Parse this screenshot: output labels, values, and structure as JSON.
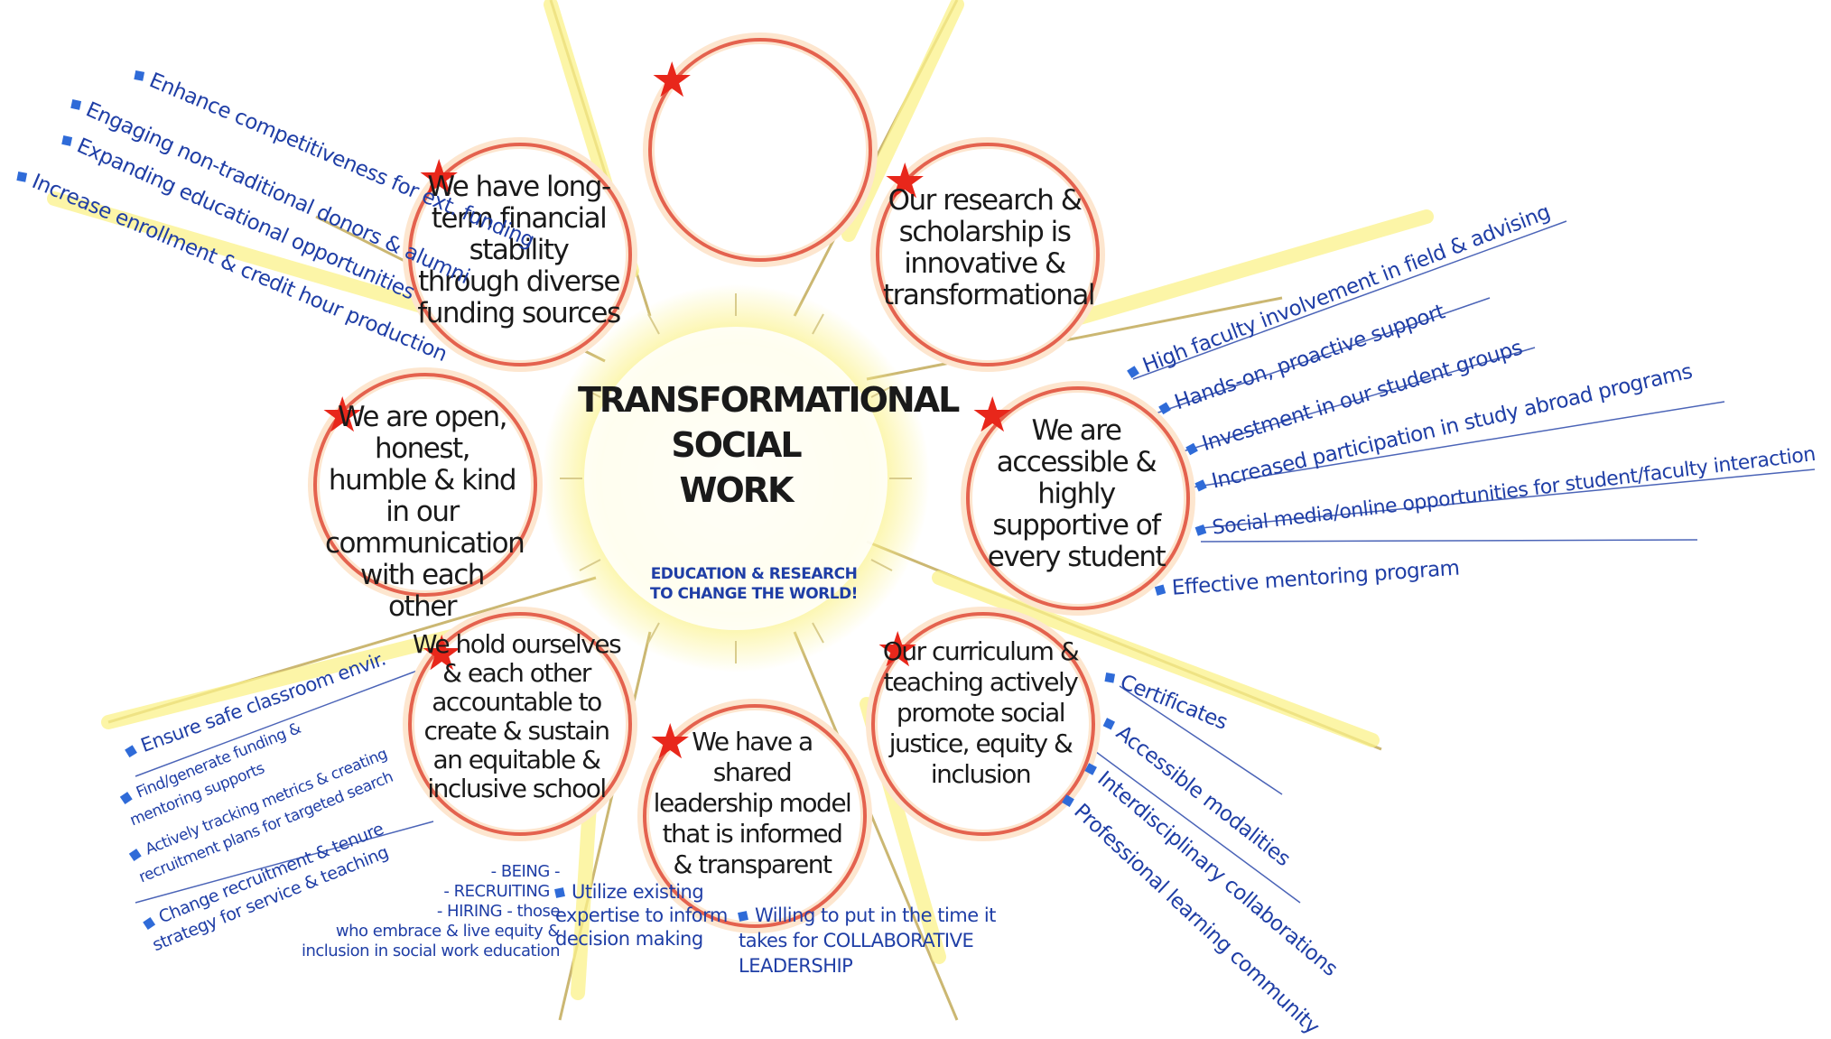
{
  "center": {
    "title_lines": [
      "TRANSFORMATIONAL",
      "SOCIAL",
      "WORK"
    ],
    "subtitle": "EDUCATION & RESEARCH TO CHANGE THE WORLD!"
  },
  "circles": {
    "top": "",
    "financial": "We have long-term financial stability through diverse funding sources",
    "research": "Our research & scholarship is innovative & transformational",
    "open": "We are open, honest, humble & kind in our communication with each other",
    "accessible": "We are accessible & highly supportive of every student",
    "accountable": "We hold ourselves & each other accountable to create & sustain an equitable & inclusive school",
    "leadership": "We have a shared leadership model that is informed & transparent",
    "curriculum": "Our curriculum & teaching actively promote social justice, equity & inclusion"
  },
  "notes": {
    "financial": [
      "Enhance competitiveness for ext. funding",
      "Engaging non-traditional donors & alumni",
      "Expanding educational opportunities",
      "Increase enrollment & credit hour production"
    ],
    "accessible": [
      "High faculty involvement in field & advising",
      "Hands-on, proactive support",
      "Investment in our student groups",
      "Increased participation in study abroad programs",
      "Social media/online opportunities for student/faculty interaction",
      "Effective mentoring program"
    ],
    "accountable": [
      "Ensure safe classroom envir.",
      "Find/generate funding & mentoring supports",
      "Actively tracking metrics & creating recruitment plans for targeted search",
      "Change recruitment & tenure strategy for service & teaching"
    ],
    "being_block": "- BEING -\n- RECRUITING -\n- HIRING - those\nwho embrace & live equity &\ninclusion in social work education",
    "leadership": [
      "Utilize existing expertise to inform decision making",
      "Willing to put in the time it takes for COLLABORATIVE LEADERSHIP"
    ],
    "curriculum": [
      "Certificates",
      "Accessible modalities",
      "Interdisciplinary collaborations",
      "Professional learning community"
    ]
  },
  "colors": {
    "ink_blue": "#1f3ea6",
    "circle_red": "#e4624e",
    "star_red": "#e8271b",
    "glow_yellow": "#fbf28a",
    "ray_tan": "#cbb772"
  },
  "icons": {
    "star": "red-star-icon",
    "bullet": "blue-square-bullet-icon"
  }
}
